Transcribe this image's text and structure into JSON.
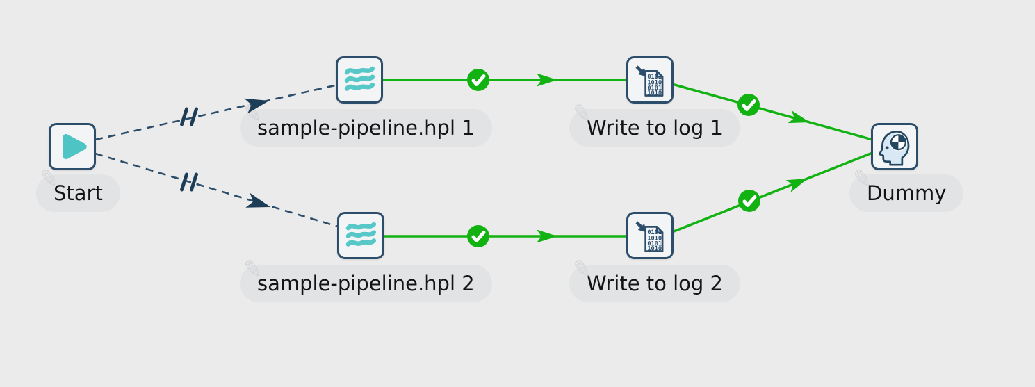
{
  "app": {
    "name": "workflow canvas"
  },
  "canvas": {
    "background": "#ebebeb"
  },
  "colors": {
    "node_border": "#2d4e6b",
    "node_fill": "#f2f4f6",
    "hop_unconditional": "#2d4e6b",
    "hop_success_green": "#12b212",
    "play_teal": "#4fc4c4",
    "label_pill_bg": "#e2e3e4",
    "label_text": "#141414",
    "head_fill": "#d9e8f5"
  },
  "glyphs": {
    "edit_pencil": "✎"
  },
  "nodes": [
    {
      "id": "start",
      "label": "Start",
      "icon": "play-icon"
    },
    {
      "id": "pipeline-1",
      "label": "sample-pipeline.hpl 1",
      "icon": "pipeline-waves-icon"
    },
    {
      "id": "write-to-log-1",
      "label": "Write to log 1",
      "icon": "write-to-log-icon"
    },
    {
      "id": "pipeline-2",
      "label": "sample-pipeline.hpl 2",
      "icon": "pipeline-waves-icon"
    },
    {
      "id": "write-to-log-2",
      "label": "Write to log 2",
      "icon": "write-to-log-icon"
    },
    {
      "id": "dummy",
      "label": "Dummy",
      "icon": "dummy-head-icon"
    }
  ],
  "hops": [
    {
      "from": "Start",
      "to": "sample-pipeline.hpl 1",
      "type": "unconditional",
      "style": "dashed",
      "marker": "parallel-slashes-arrow"
    },
    {
      "from": "Start",
      "to": "sample-pipeline.hpl 2",
      "type": "unconditional",
      "style": "dashed",
      "marker": "parallel-slashes-arrow"
    },
    {
      "from": "sample-pipeline.hpl 1",
      "to": "Write to log 1",
      "type": "on-success",
      "style": "solid-green",
      "marker": "checkmark-arrow"
    },
    {
      "from": "sample-pipeline.hpl 2",
      "to": "Write to log 2",
      "type": "on-success",
      "style": "solid-green",
      "marker": "checkmark-arrow"
    },
    {
      "from": "Write to log 1",
      "to": "Dummy",
      "type": "on-success",
      "style": "solid-green",
      "marker": "checkmark-arrow"
    },
    {
      "from": "Write to log 2",
      "to": "Dummy",
      "type": "on-success",
      "style": "solid-green",
      "marker": "checkmark-arrow"
    }
  ],
  "icons": {
    "write_to_log": {
      "binary_lines": [
        "0101",
        "1010",
        "0101",
        "1010"
      ]
    }
  }
}
